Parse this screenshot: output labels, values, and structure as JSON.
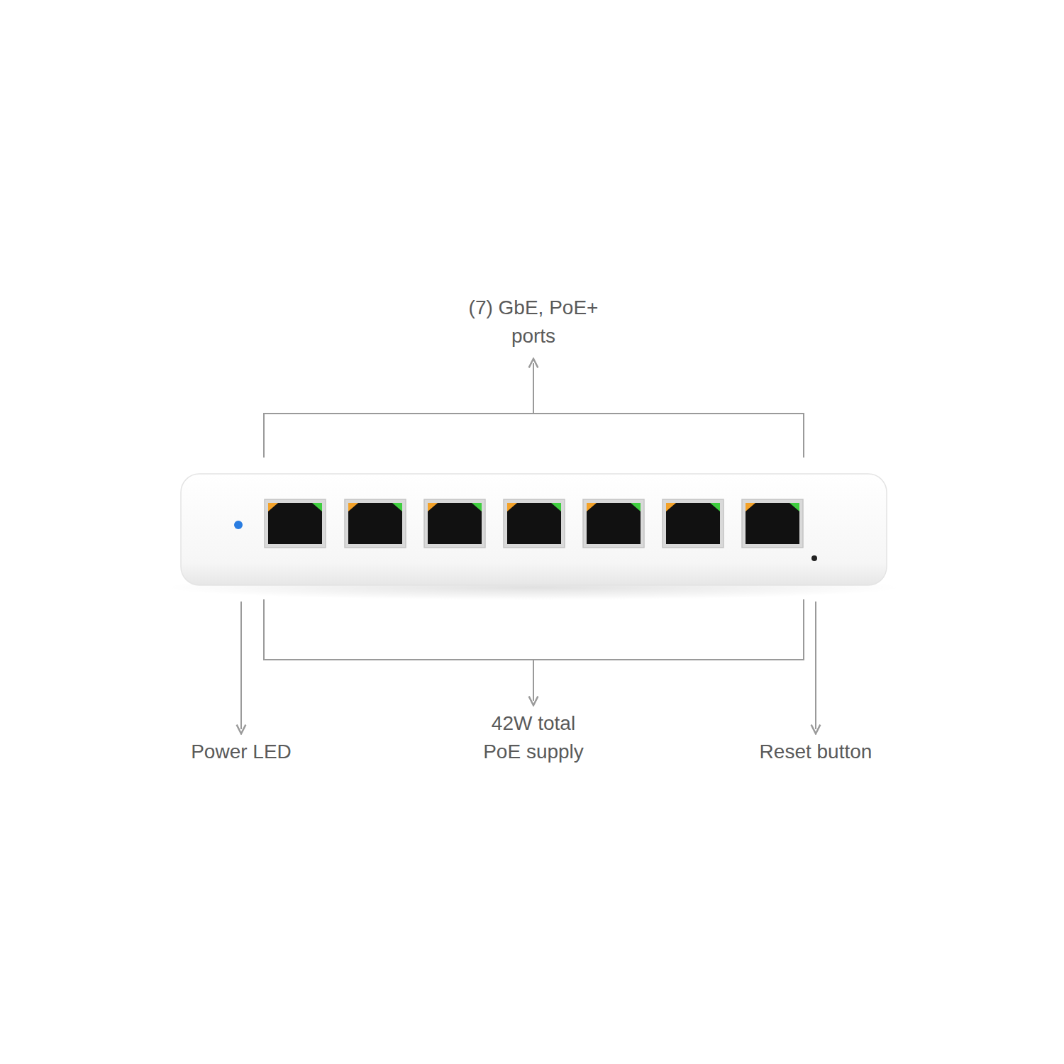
{
  "diagram": {
    "labels": [
      "(7) GbE, PoE+ ports",
      "42W total PoE supply",
      "Power LED",
      "Reset button"
    ]
  }
}
